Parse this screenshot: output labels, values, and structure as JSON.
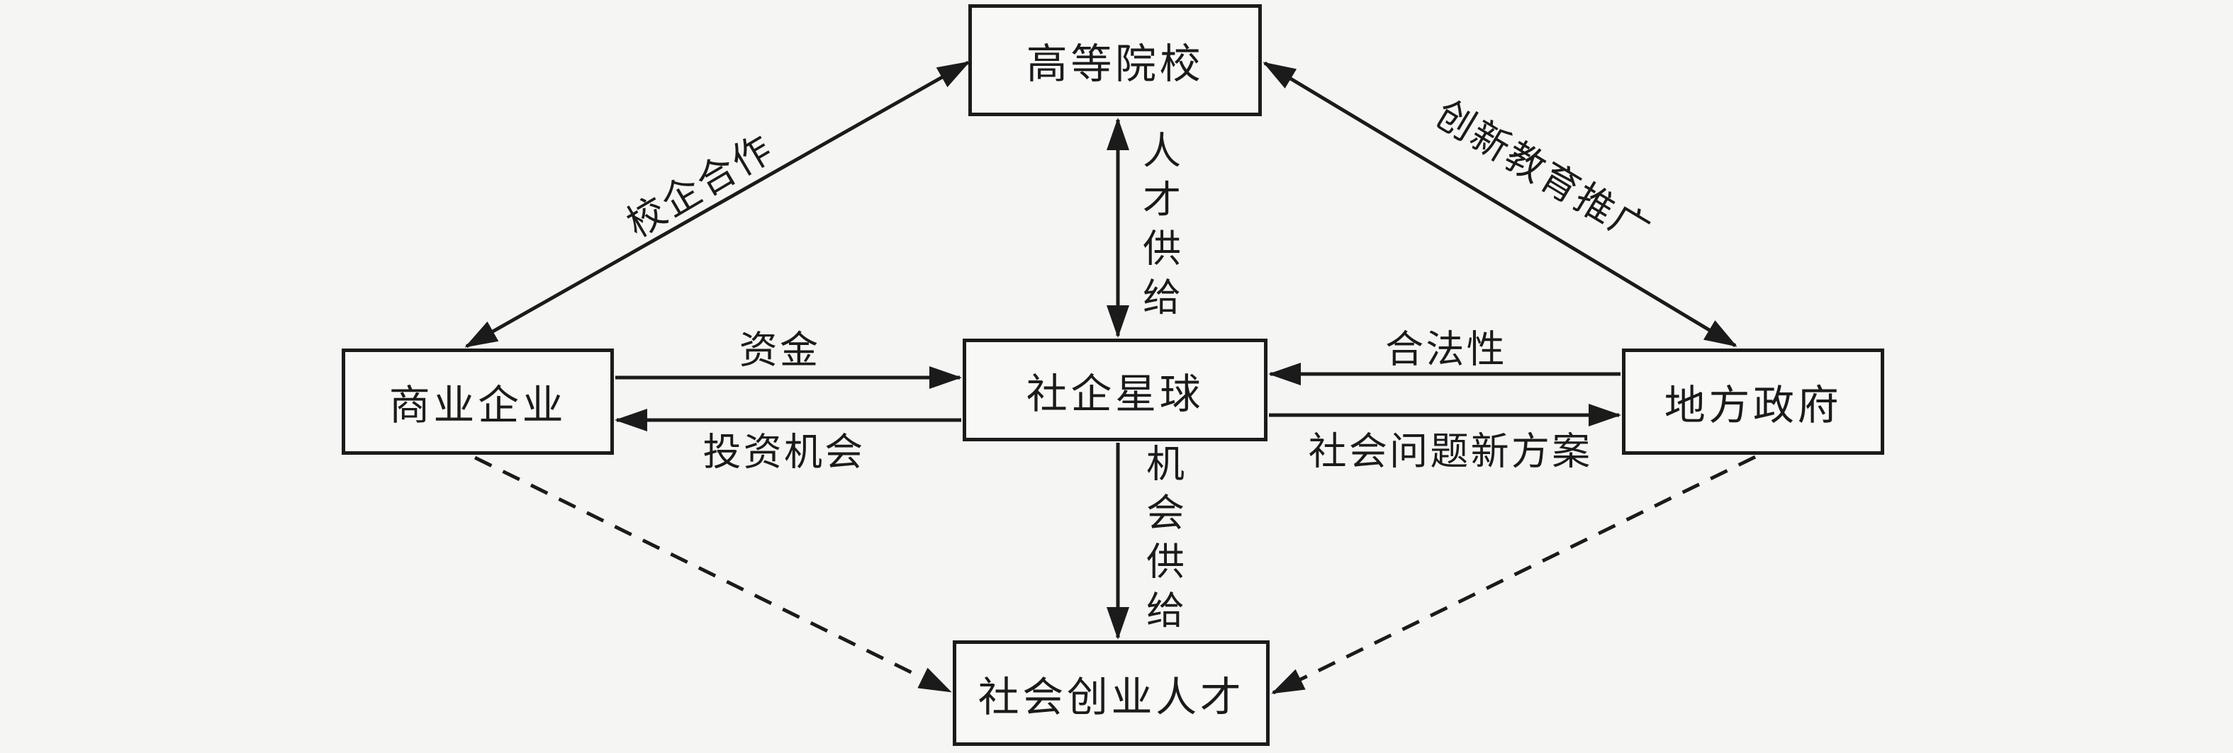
{
  "diagram": {
    "background_color": "#f5f5f3",
    "line_color": "#1b1b1b",
    "nodes": {
      "university": {
        "label": "高等院校"
      },
      "business": {
        "label": "商业企业"
      },
      "platform": {
        "label": "社企星球"
      },
      "government": {
        "label": "地方政府"
      },
      "talent": {
        "label": "社会创业人才"
      }
    },
    "edges": {
      "school_enterprise_cooperation": {
        "label": "校企合作",
        "from": "business",
        "to": "university",
        "direction": "both",
        "style": "solid"
      },
      "talent_supply": {
        "label": "人才供给",
        "from": "university",
        "to": "platform",
        "direction": "both",
        "style": "solid"
      },
      "innovation_education_promotion": {
        "label": "创新教育推广",
        "from": "government",
        "to": "university",
        "direction": "both",
        "style": "solid"
      },
      "funds": {
        "label": "资金",
        "from": "business",
        "to": "platform",
        "direction": "one-way",
        "style": "solid"
      },
      "investment_opportunities": {
        "label": "投资机会",
        "from": "platform",
        "to": "business",
        "direction": "one-way",
        "style": "solid"
      },
      "legitimacy": {
        "label": "合法性",
        "from": "government",
        "to": "platform",
        "direction": "one-way",
        "style": "solid"
      },
      "new_social_problem_solutions": {
        "label": "社会问题新方案",
        "from": "platform",
        "to": "government",
        "direction": "one-way",
        "style": "solid"
      },
      "opportunity_supply": {
        "label": "机会供给",
        "from": "platform",
        "to": "talent",
        "direction": "one-way",
        "style": "solid"
      },
      "business_to_talent": {
        "label": "",
        "from": "business",
        "to": "talent",
        "direction": "one-way",
        "style": "dashed"
      },
      "government_to_talent": {
        "label": "",
        "from": "government",
        "to": "talent",
        "direction": "one-way",
        "style": "dashed"
      }
    }
  }
}
